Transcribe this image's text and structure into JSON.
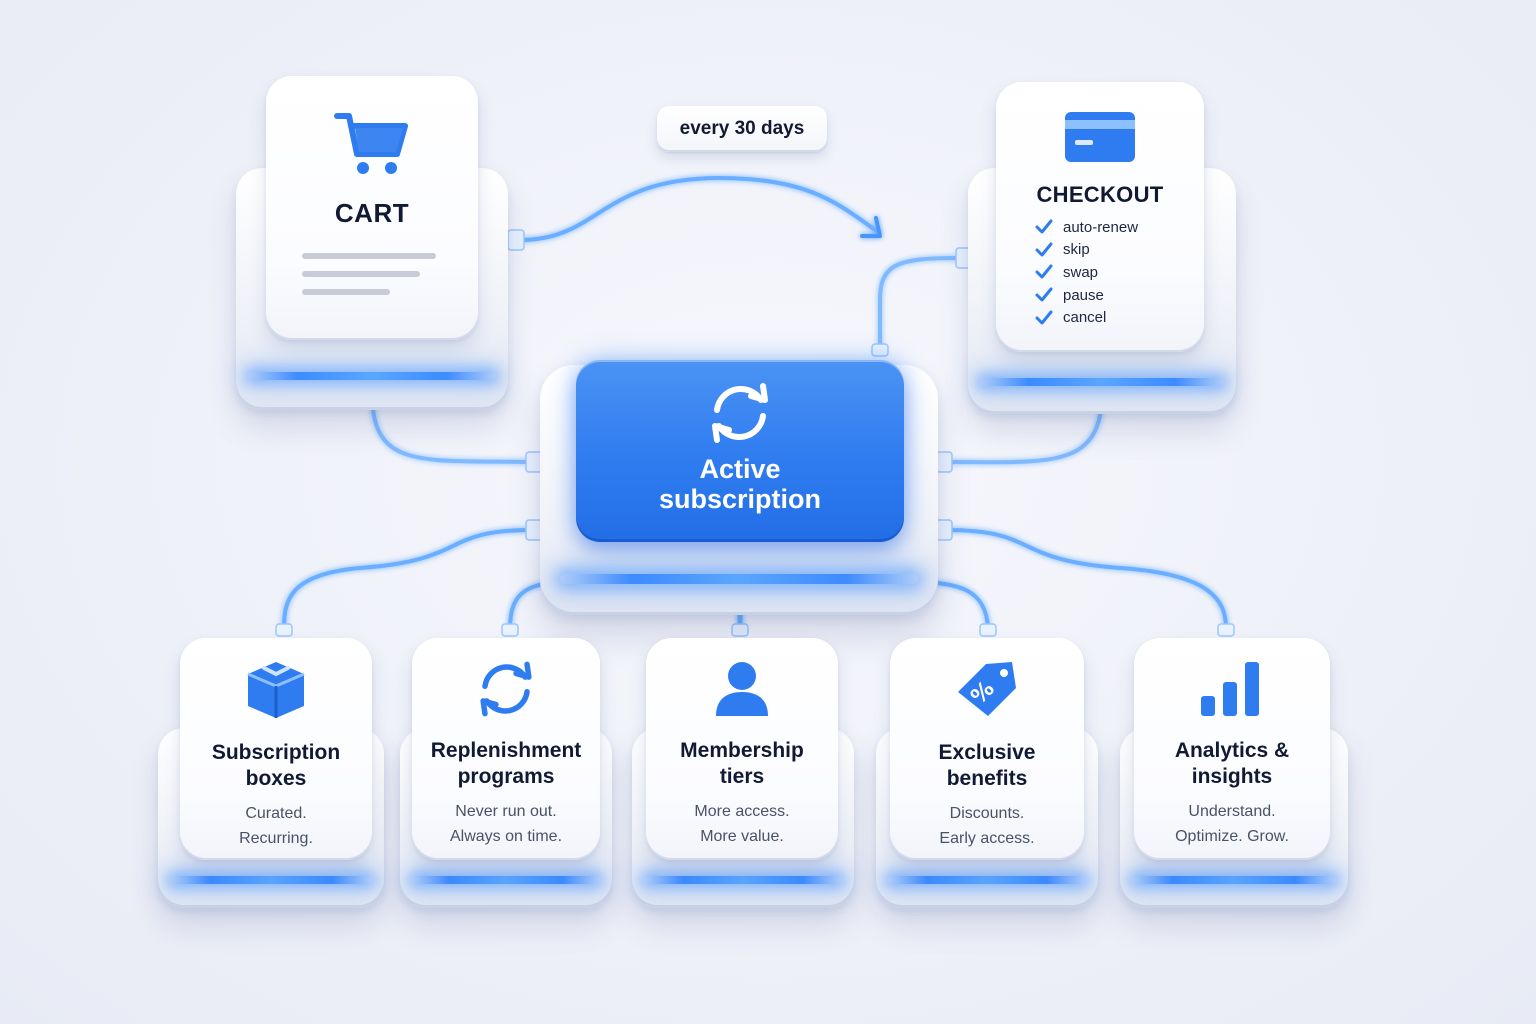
{
  "cart": {
    "title": "CART",
    "icon": "shopping-cart-icon"
  },
  "interval_label": "every 30 days",
  "checkout": {
    "title": "CHECKOUT",
    "icon": "credit-card-icon",
    "options": [
      "auto-renew",
      "skip",
      "swap",
      "pause",
      "cancel"
    ]
  },
  "hub": {
    "title_line1": "Active",
    "title_line2": "subscription",
    "icon": "refresh-cycle-icon"
  },
  "features": [
    {
      "title_line1": "Subscription",
      "title_line2": "boxes",
      "sub_line1": "Curated.",
      "sub_line2": "Recurring.",
      "icon": "box-icon"
    },
    {
      "title_line1": "Replenishment",
      "title_line2": "programs",
      "sub_line1": "Never run out.",
      "sub_line2": "Always on time.",
      "icon": "refresh-icon"
    },
    {
      "title_line1": "Membership",
      "title_line2": "tiers",
      "sub_line1": "More access.",
      "sub_line2": "More value.",
      "icon": "user-icon"
    },
    {
      "title_line1": "Exclusive",
      "title_line2": "benefits",
      "sub_line1": "Discounts.",
      "sub_line2": "Early access.",
      "icon": "discount-tag-icon"
    },
    {
      "title_line1": "Analytics &",
      "title_line2": "insights",
      "sub_line1": "Understand.",
      "sub_line2": "Optimize. Grow.",
      "icon": "bar-chart-icon"
    }
  ],
  "colors": {
    "accent": "#2f7cf0",
    "accent_light": "#5aa6ff",
    "text": "#121a33",
    "muted_text": "#4a5266",
    "background": "#eef0f8"
  }
}
